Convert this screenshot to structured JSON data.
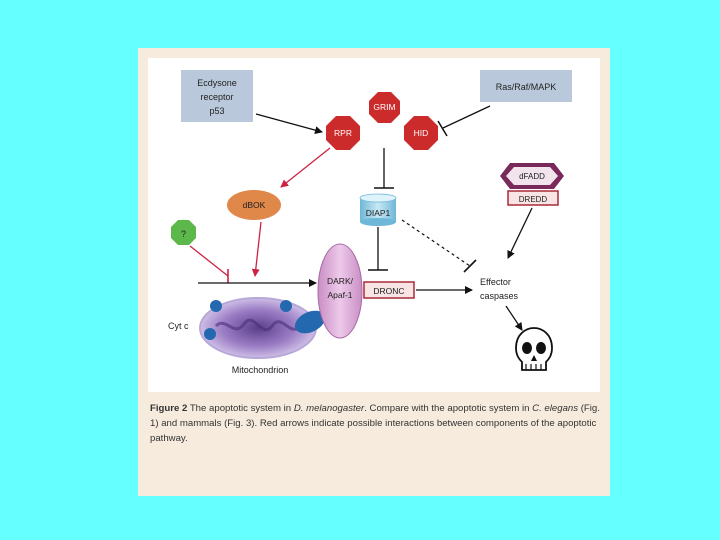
{
  "nodes": {
    "ecdysone": [
      "Ecdysone",
      "receptor",
      "p53"
    ],
    "ras": "Ras/Raf/MAPK",
    "grim": "GRIM",
    "rpr": "RPR",
    "hid": "HID",
    "dbok": "dBOK",
    "unknown": "?",
    "diap1": "DIAP1",
    "fadd": "dFADD",
    "dredd": "DREDD",
    "dark": [
      "DARK/",
      "Apaf-1"
    ],
    "dronc": "DRONC",
    "effector": [
      "Effector",
      "caspases"
    ],
    "cytc": "Cyt c",
    "mito": "Mitochondrion"
  },
  "caption": {
    "label": "Figure 2",
    "part1": " The apoptotic system in ",
    "species1": "D. melanogaster",
    "part2": ". Compare with the apoptotic system in ",
    "species2": "C. elegans",
    "part3": " (Fig. 1) and mammals (Fig. 3). Red arrows indicate possible interactions between components of the apoptotic pathway."
  },
  "colors": {
    "background": "#66ffff",
    "figure_bg": "#f6ebdd",
    "panel": "#ffffff",
    "box_blue": "#b9c9db",
    "iap_red": "#cc2b2b",
    "red_arrow": "#cc2244",
    "bok_orange": "#e0874a",
    "green": "#5cb84a",
    "purple": "#d8a8d0",
    "mito": "#8a6bb0",
    "mito_dot": "#2468b0"
  }
}
